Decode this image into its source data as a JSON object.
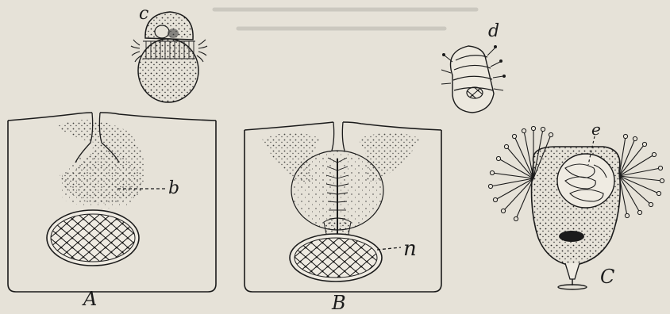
{
  "figure": {
    "header_text": "",
    "labels": {
      "A": "A",
      "B": "B",
      "C": "C",
      "b": "b",
      "c": "c",
      "d": "d",
      "e": "e",
      "n": "n"
    }
  },
  "colors": {
    "paper": "#e6e2d8",
    "ink": "#1b1b1b",
    "faded_text": "#b9b4aa"
  }
}
